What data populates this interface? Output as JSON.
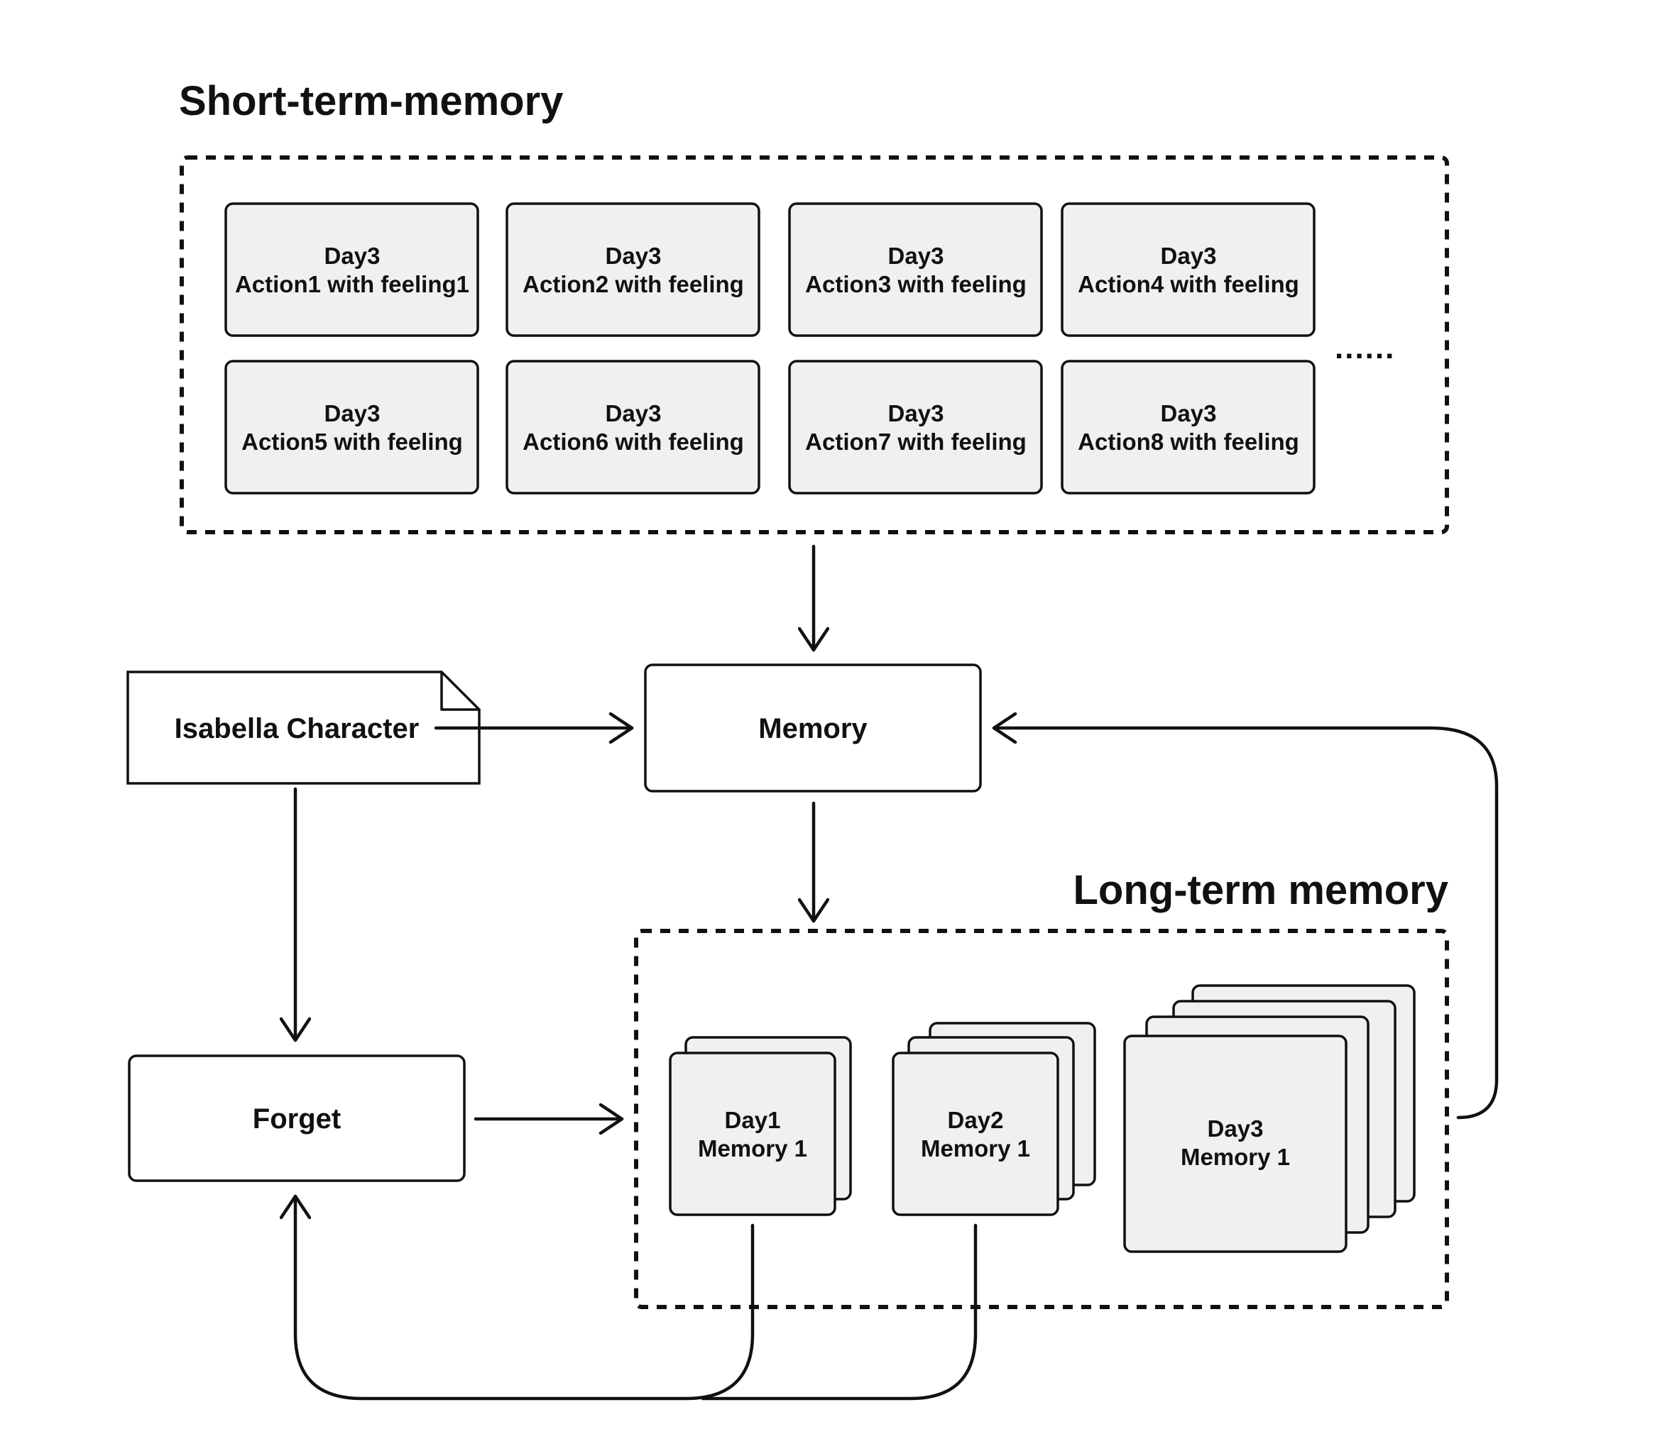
{
  "short_term": {
    "title": "Short-term-memory",
    "more": "......",
    "boxes": [
      {
        "day": "Day3",
        "action": "Action1 with feeling1"
      },
      {
        "day": "Day3",
        "action": "Action2 with feeling"
      },
      {
        "day": "Day3",
        "action": "Action3 with feeling"
      },
      {
        "day": "Day3",
        "action": "Action4 with feeling"
      },
      {
        "day": "Day3",
        "action": "Action5 with feeling"
      },
      {
        "day": "Day3",
        "action": "Action6  with feeling"
      },
      {
        "day": "Day3",
        "action": "Action7 with feeling"
      },
      {
        "day": "Day3",
        "action": "Action8 with feeling"
      }
    ]
  },
  "nodes": {
    "character": "Isabella Character",
    "memory": "Memory",
    "forget": "Forget"
  },
  "long_term": {
    "title": "Long-term memory",
    "stacks": [
      {
        "day": "Day1",
        "memory": "Memory 1"
      },
      {
        "day": "Day2",
        "memory": "Memory 1"
      },
      {
        "day": "Day3",
        "memory": "Memory 1"
      }
    ]
  }
}
